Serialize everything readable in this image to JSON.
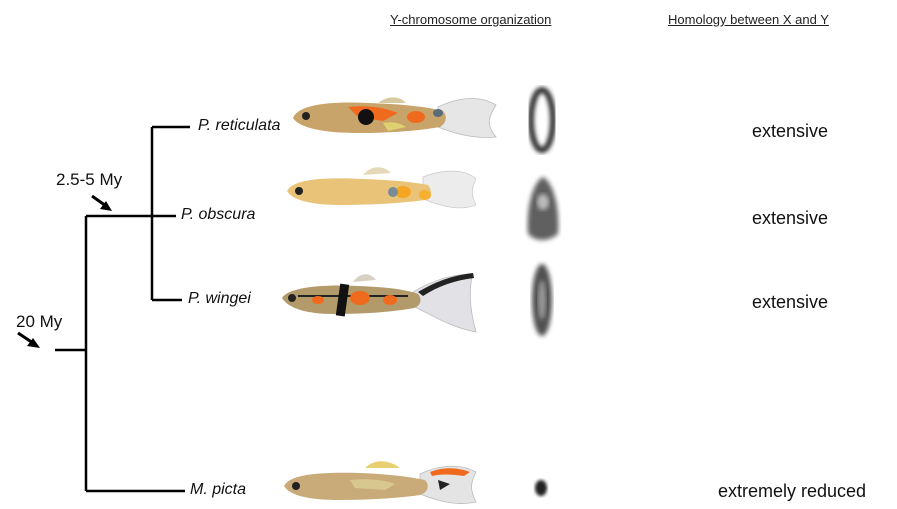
{
  "headers": {
    "y_chromosome": "Y-chromosome organization",
    "homology": "Homology between X and Y"
  },
  "divergence_times": {
    "recent": "2.5-5 My",
    "ancient": "20 My"
  },
  "species": [
    {
      "name": "P. reticulata",
      "homology": "extensive"
    },
    {
      "name": "P. obscura",
      "homology": "extensive"
    },
    {
      "name": "P. wingei",
      "homology": "extensive"
    },
    {
      "name": "M. picta",
      "homology": "extremely reduced"
    }
  ],
  "colors": {
    "tree_line": "#000000",
    "fish_body": "#c9a56a",
    "fish_orange": "#f06a1e",
    "fish_fin": "#dcdcdc"
  }
}
